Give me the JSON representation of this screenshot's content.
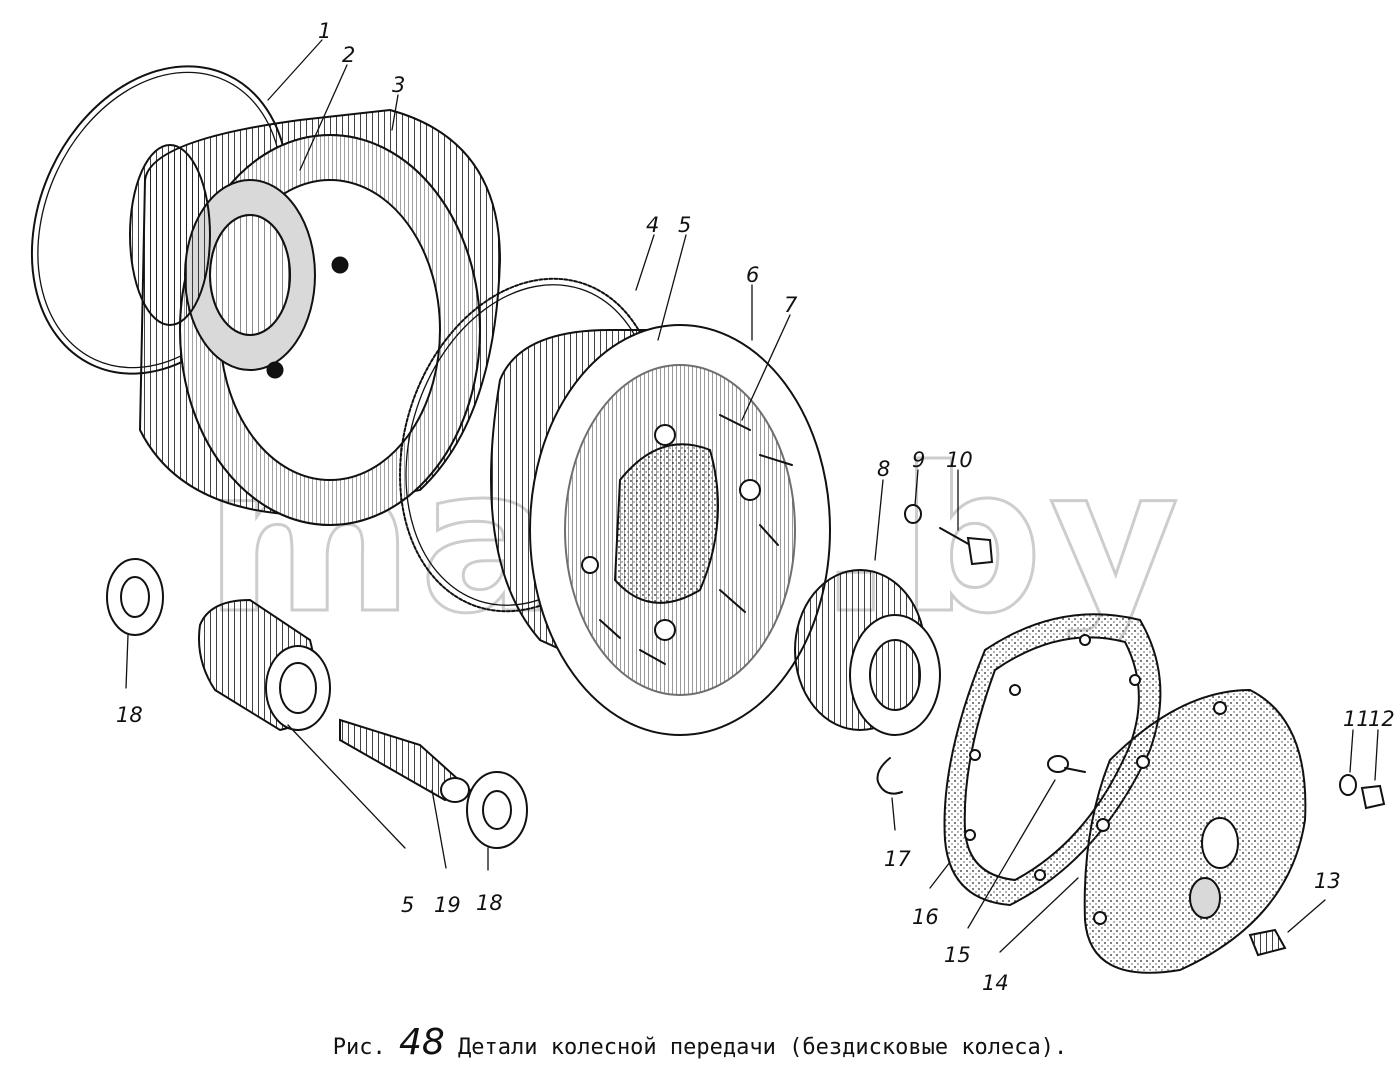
{
  "watermark": "mazx.by",
  "caption": {
    "prefix": "Рис.",
    "number": "48",
    "text": "Детали колесной передачи (бездисковые колеса)."
  },
  "callouts": [
    "1",
    "2",
    "3",
    "4",
    "5",
    "6",
    "7",
    "8",
    "9",
    "10",
    "11",
    "12",
    "5",
    "19",
    "18",
    "18",
    "17",
    "16",
    "15",
    "14",
    "13"
  ]
}
